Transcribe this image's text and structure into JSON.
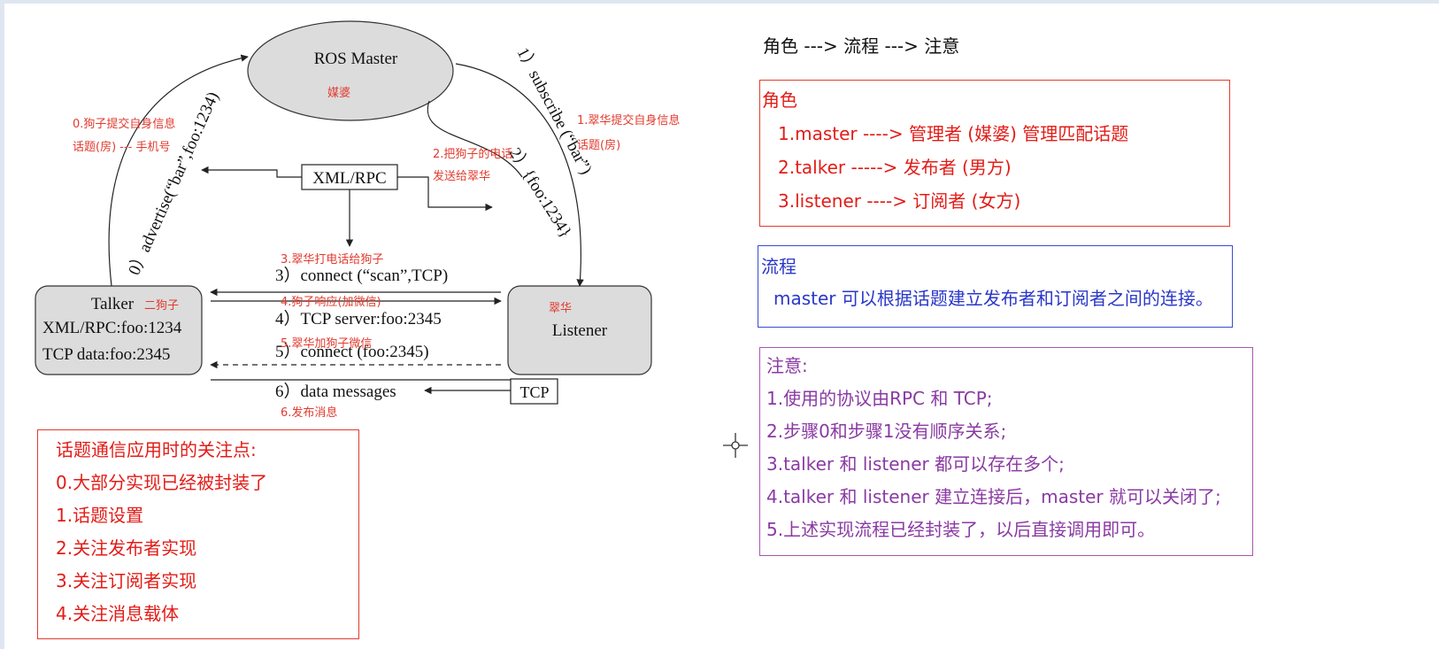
{
  "diagram": {
    "master": {
      "title": "ROS Master",
      "note": "媒婆"
    },
    "xmlrpc_label": "XML/RPC",
    "talker": {
      "title": "Talker",
      "note": "二狗子",
      "line1": "XML/RPC:foo:1234",
      "line2": "TCP data:foo:2345"
    },
    "listener": {
      "title": "Listener",
      "note": "翠华"
    },
    "tcp_label": "TCP",
    "step0": "0）advertise(“bar”,foo:1234)",
    "step1": "1）subscribe (“bar”)",
    "step2": "2）{foo:1234}",
    "step3": "3）connect (“scan”,TCP)",
    "step4": "4）TCP server:foo:2345",
    "step5": "5）connect (foo:2345)",
    "step6": "6）data messages",
    "note0_line1": "0.狗子提交自身信息",
    "note0_line2": "话题(房) --- 手机号",
    "note1_line1": "1.翠华提交自身信息",
    "note1_line2": "话题(房)",
    "note2_line1": "2.把狗子的电话",
    "note2_line2": "发送给翠华",
    "note3": "3.翠华打电话给狗子",
    "note4": "4.狗子响应(加微信)",
    "note5": "5.翠华加狗子微信",
    "note6": "6.发布消息"
  },
  "roadmap": {
    "title": "角色 ---> 流程 ---> 注意"
  },
  "roles": {
    "heading": "角色",
    "items": [
      "1.master  ----> 管理者 (媒婆) 管理匹配话题",
      "2.talker   -----> 发布者 (男方)",
      "3.listener ----> 订阅者 (女方)"
    ]
  },
  "flow": {
    "heading": "流程",
    "text": "master 可以根据话题建立发布者和订阅者之间的连接。"
  },
  "notes": {
    "heading": "注意:",
    "items": [
      "1.使用的协议由RPC 和 TCP;",
      "2.步骤0和步骤1没有顺序关系;",
      "3.talker 和 listener 都可以存在多个;",
      "4.talker 和 listener 建立连接后，master 就可以关闭了;",
      "5.上述实现流程已经封装了，以后直接调用即可。"
    ]
  },
  "points": {
    "heading": "话题通信应用时的关注点:",
    "items": [
      "0.大部分实现已经被封装了",
      "1.话题设置",
      "2.关注发布者实现",
      "3.关注订阅者实现",
      "4.关注消息载体"
    ]
  },
  "colors": {
    "red": "#e21c17",
    "blue": "#2a37c8",
    "purple": "#8a3aa3",
    "node_fill": "#dcdcdc"
  }
}
